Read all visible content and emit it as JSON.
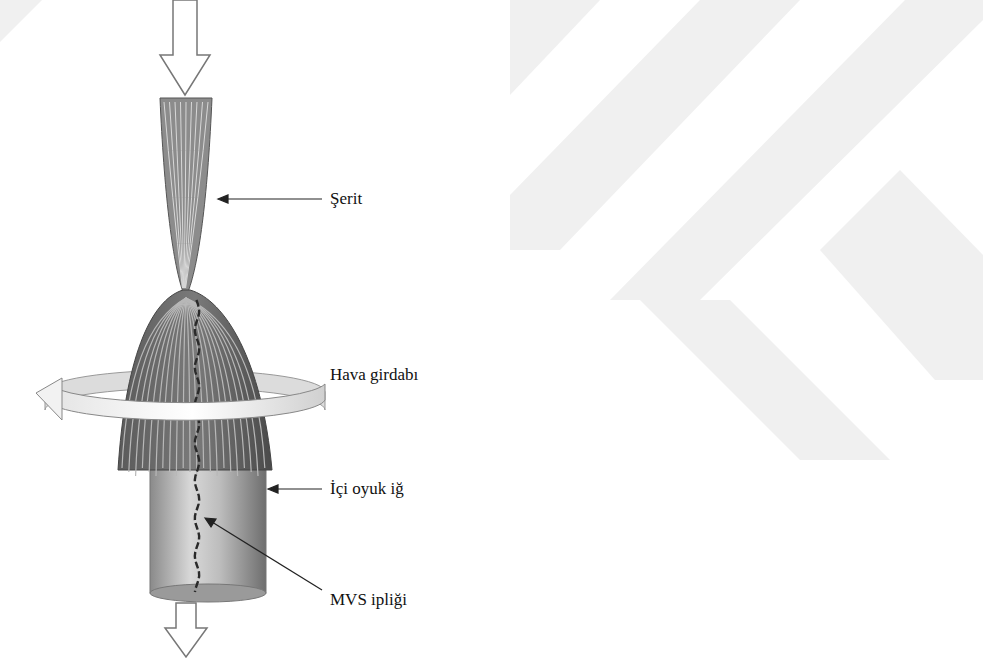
{
  "diagram": {
    "labels": [
      "Şerit",
      "Hava girdabı",
      "İçi oyuk iğ",
      "MVS ipliği"
    ]
  }
}
